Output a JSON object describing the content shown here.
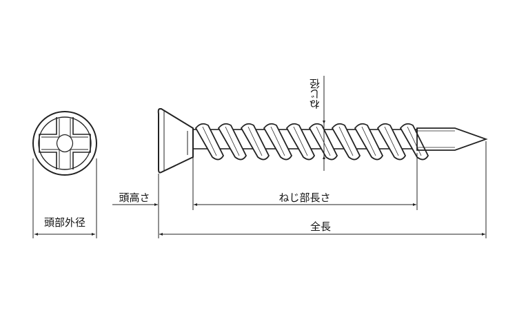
{
  "labels": {
    "head_outer_diameter": "頭部外径",
    "head_height": "頭高さ",
    "thread_length": "ねじ部長さ",
    "total_length": "全長",
    "thread_diameter": "ねじ径"
  }
}
